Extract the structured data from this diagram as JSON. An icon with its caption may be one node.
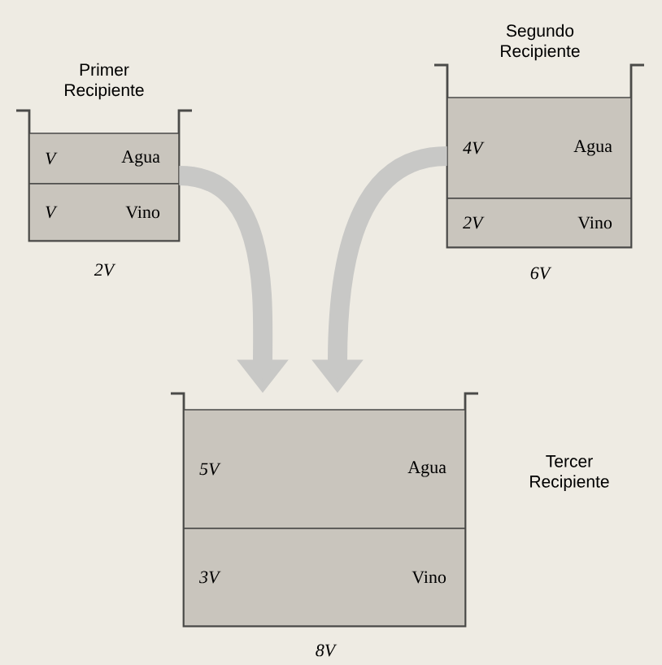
{
  "diagram": {
    "nodes": [
      {
        "text": [
          "Primer Recipiente"
        ],
        "beside": [
          "2V"
        ]
      },
      {
        "text": [
          "V",
          "Agua"
        ],
        "in": 0
      },
      {
        "text": [
          "V",
          "Vino"
        ],
        "in": 0
      },
      {
        "text": [
          "Segundo Recipiente"
        ],
        "beside": [
          "6V"
        ]
      },
      {
        "text": [
          "4V",
          "Agua"
        ],
        "in": 3
      },
      {
        "text": [
          "2V",
          "Vino"
        ],
        "in": 3
      },
      {
        "text": [
          "Tercer Recipiente"
        ],
        "beside": [
          "8V"
        ]
      },
      {
        "text": [
          "5V",
          "Agua"
        ],
        "in": 6
      },
      {
        "text": [
          "3V",
          "Vino"
        ],
        "in": 6
      }
    ],
    "edges": [
      {
        "from": 0,
        "to": 6,
        "arrow": "to"
      },
      {
        "from": 3,
        "to": 6,
        "arrow": "to"
      }
    ]
  }
}
